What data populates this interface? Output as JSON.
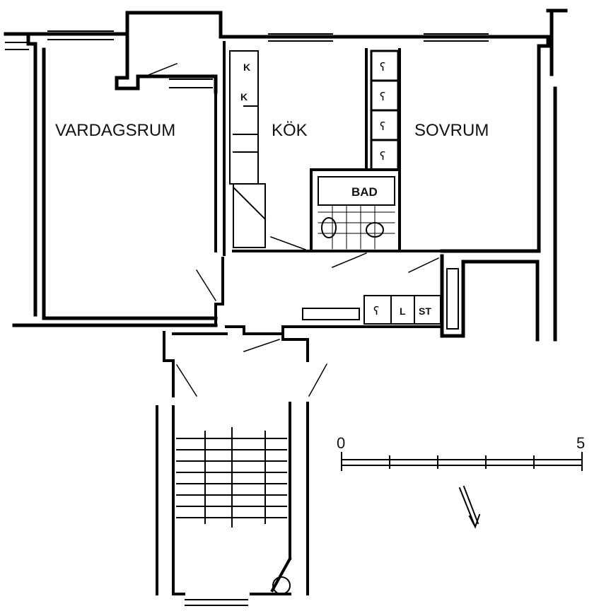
{
  "rooms": {
    "living": "VARDAGSRUM",
    "kitchen": "KÖK",
    "bedroom": "SOVRUM",
    "bath": "BAD"
  },
  "kitchen_units": {
    "unit1": "K",
    "unit2": "K"
  },
  "hall_closets": {
    "closet1": "L",
    "closet2": "ST"
  },
  "scale_bar": {
    "start": "0",
    "end": "5"
  },
  "icons": [
    "north-arrow-icon",
    "closet-hanger-icon",
    "stair-icon"
  ]
}
